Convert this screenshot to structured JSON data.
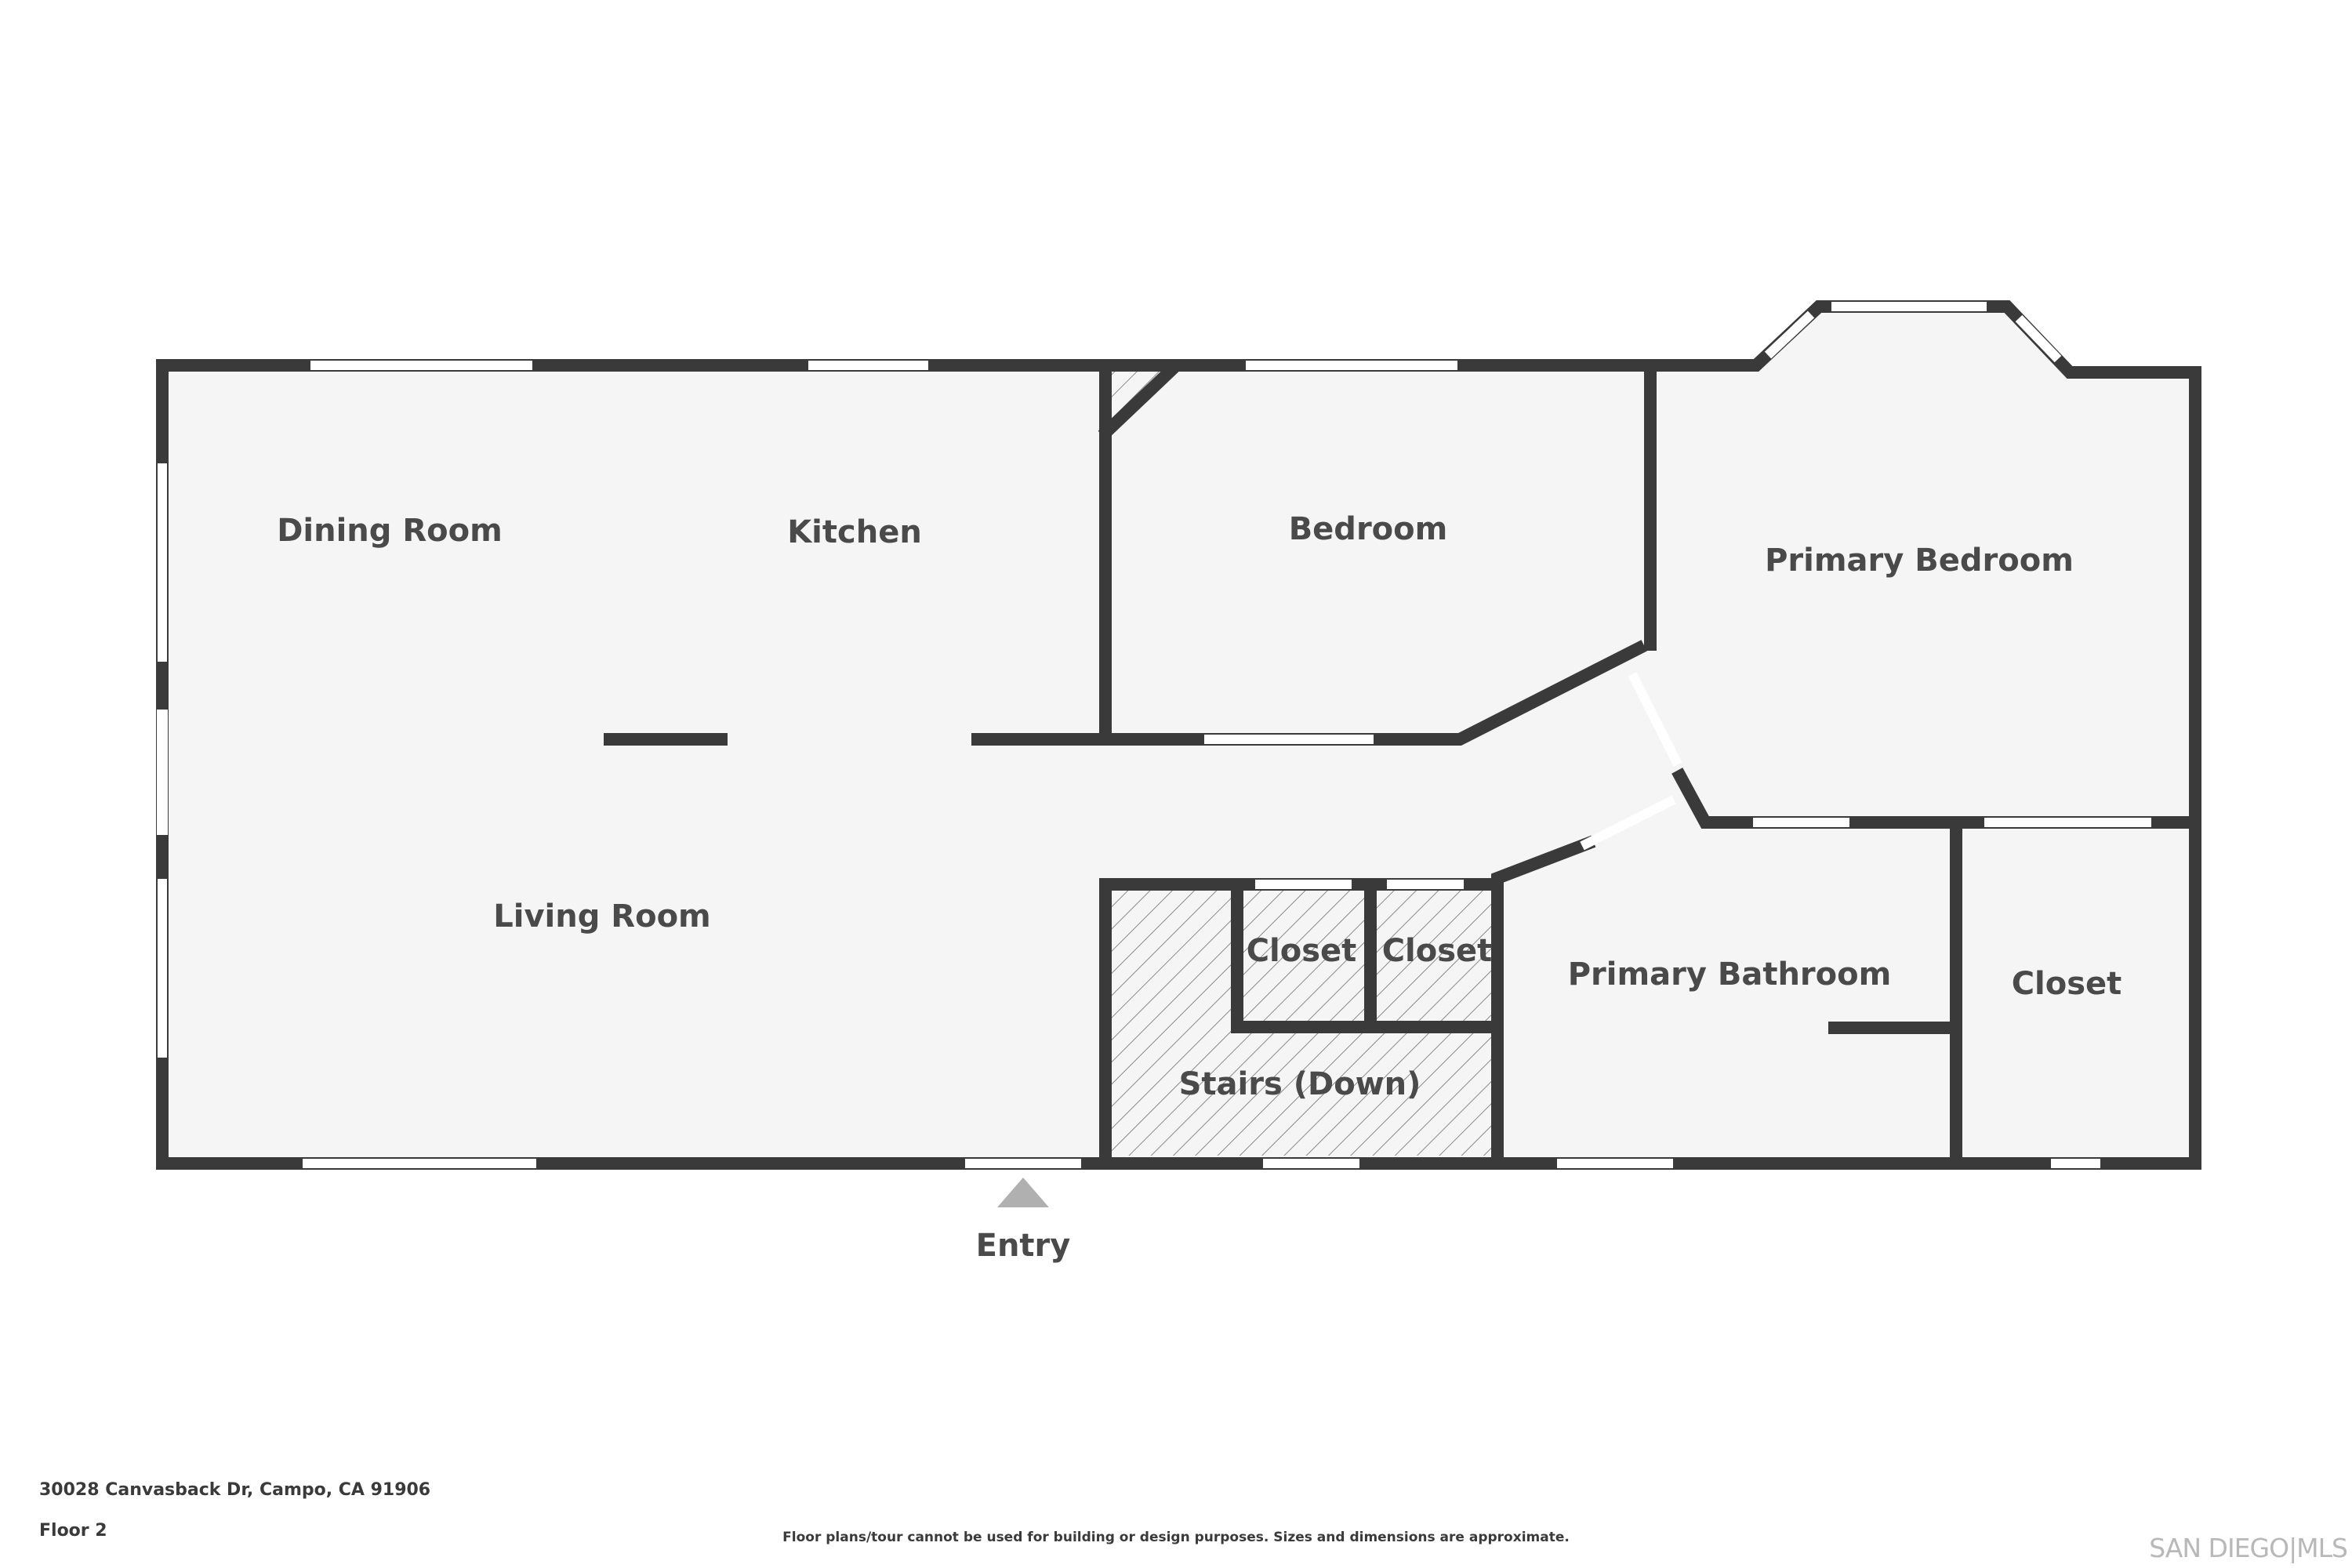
{
  "rooms": {
    "dining_room": "Dining Room",
    "kitchen": "Kitchen",
    "bedroom": "Bedroom",
    "primary_bedroom": "Primary Bedroom",
    "living_room": "Living Room",
    "closet_1": "Closet",
    "closet_2": "Closet",
    "primary_bathroom": "Primary Bathroom",
    "closet_3": "Closet",
    "stairs": "Stairs (Down)"
  },
  "entry_label": "Entry",
  "footer": {
    "address": "30028 Canvasback Dr, Campo, CA 91906",
    "floor": "Floor 2",
    "disclaimer": "Floor plans/tour cannot be used for building or design purposes. Sizes and dimensions are approximate.",
    "brand": "SAN DIEGO|MLS"
  },
  "colors": {
    "wall": "#3a3a3a",
    "floor": "#f5f5f5",
    "label": "#4a4a4a",
    "entry_marker": "#b0b0b0"
  }
}
